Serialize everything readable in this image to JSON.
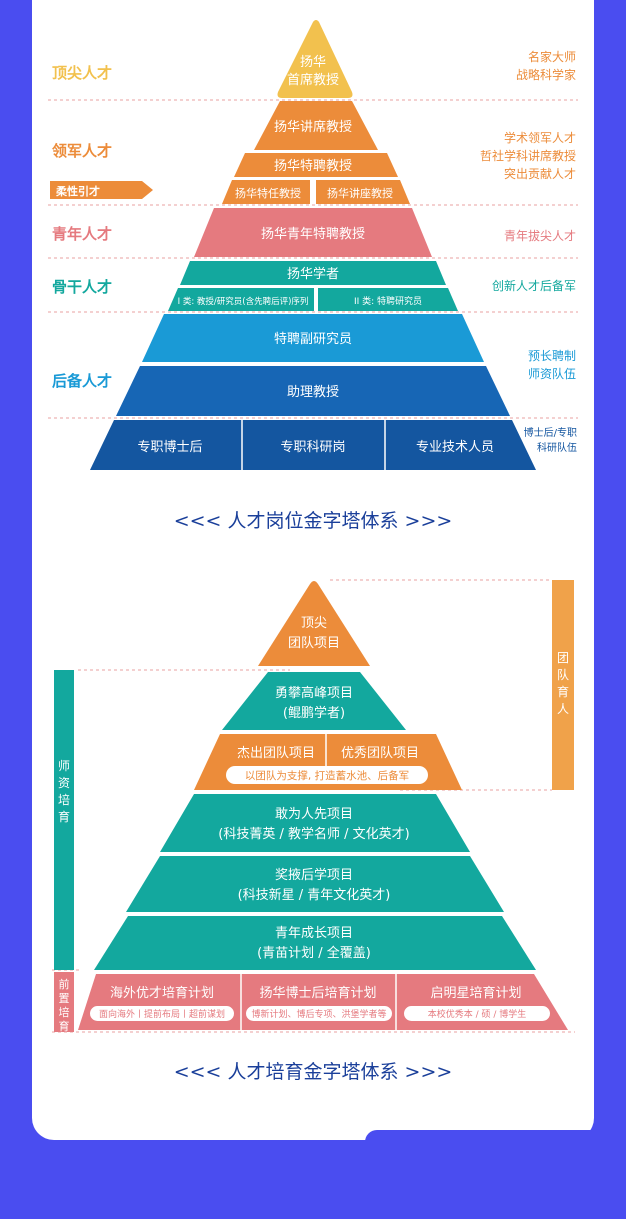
{
  "pyramid1": {
    "caption": "<<< 人才岗位金字塔体系 >>>",
    "left_labels": [
      "顶尖人才",
      "领军人才",
      "柔性引才",
      "青年人才",
      "骨干人才",
      "后备人才"
    ],
    "right_labels": {
      "top": [
        "名家大师",
        "战略科学家"
      ],
      "lead": [
        "学术领军人才",
        "哲社学科讲席教授",
        "突出贡献人才"
      ],
      "youth": [
        "青年拔尖人才"
      ],
      "core": [
        "创新人才后备军"
      ],
      "reserve": [
        "预长聘制",
        "师资队伍"
      ],
      "base": [
        "博士后/专职",
        "科研队伍"
      ]
    },
    "levels": {
      "apex": [
        "扬华",
        "首席教授"
      ],
      "chair": "扬华讲席教授",
      "distinguished": "扬华特聘教授",
      "appointed": "扬华特任教授",
      "lecture": "扬华讲座教授",
      "young": "扬华青年特聘教授",
      "scholar": "扬华学者",
      "scholar_type1": "I 类: 教授/研究员(含先聘后评)序列",
      "scholar_type2": "II 类:  特聘研究员",
      "assoc_researcher": "特聘副研究员",
      "assistant_prof": "助理教授",
      "base": [
        "专职博士后",
        "专职科研岗",
        "专业技术人员"
      ]
    }
  },
  "pyramid2": {
    "caption": "<<< 人才培育金字塔体系 >>>",
    "side_team": "团队育人",
    "side_faculty": "师资培育",
    "side_pre": "前置培育",
    "levels": {
      "apex": [
        "顶尖",
        "团队项目"
      ],
      "peak": [
        "勇攀高峰项目",
        "(鲲鹏学者)"
      ],
      "outstanding_team": "杰出团队项目",
      "excellent_team": "优秀团队项目",
      "team_note": "以团队为支撑, 打造蓄水池、后备军",
      "daring": [
        "敢为人先项目",
        "(科技菁英 / 教学名师 / 文化英才)"
      ],
      "reward": [
        "奖掖后学项目",
        "(科技新星 / 青年文化英才)"
      ],
      "youth": [
        "青年成长项目",
        "(青苗计划 / 全覆盖)"
      ],
      "base": [
        {
          "title": "海外优才培育计划",
          "sub": "面向海外丨提前布局丨超前谋划"
        },
        {
          "title": "扬华博士后培育计划",
          "sub": "博新计划、博后专项、洪堡学者等"
        },
        {
          "title": "启明星培育计划",
          "sub": "本校优秀本 / 硕 / 博学生"
        }
      ]
    }
  },
  "colors": {
    "background": "#4a4df0",
    "gold": "#f2c14e",
    "orange": "#ec8c3a",
    "coral": "#e57a7f",
    "teal": "#13a89e",
    "sky": "#1a9ad6",
    "blue": "#1766b5",
    "navy": "#1456a0",
    "caption": "#1a3f9a"
  }
}
